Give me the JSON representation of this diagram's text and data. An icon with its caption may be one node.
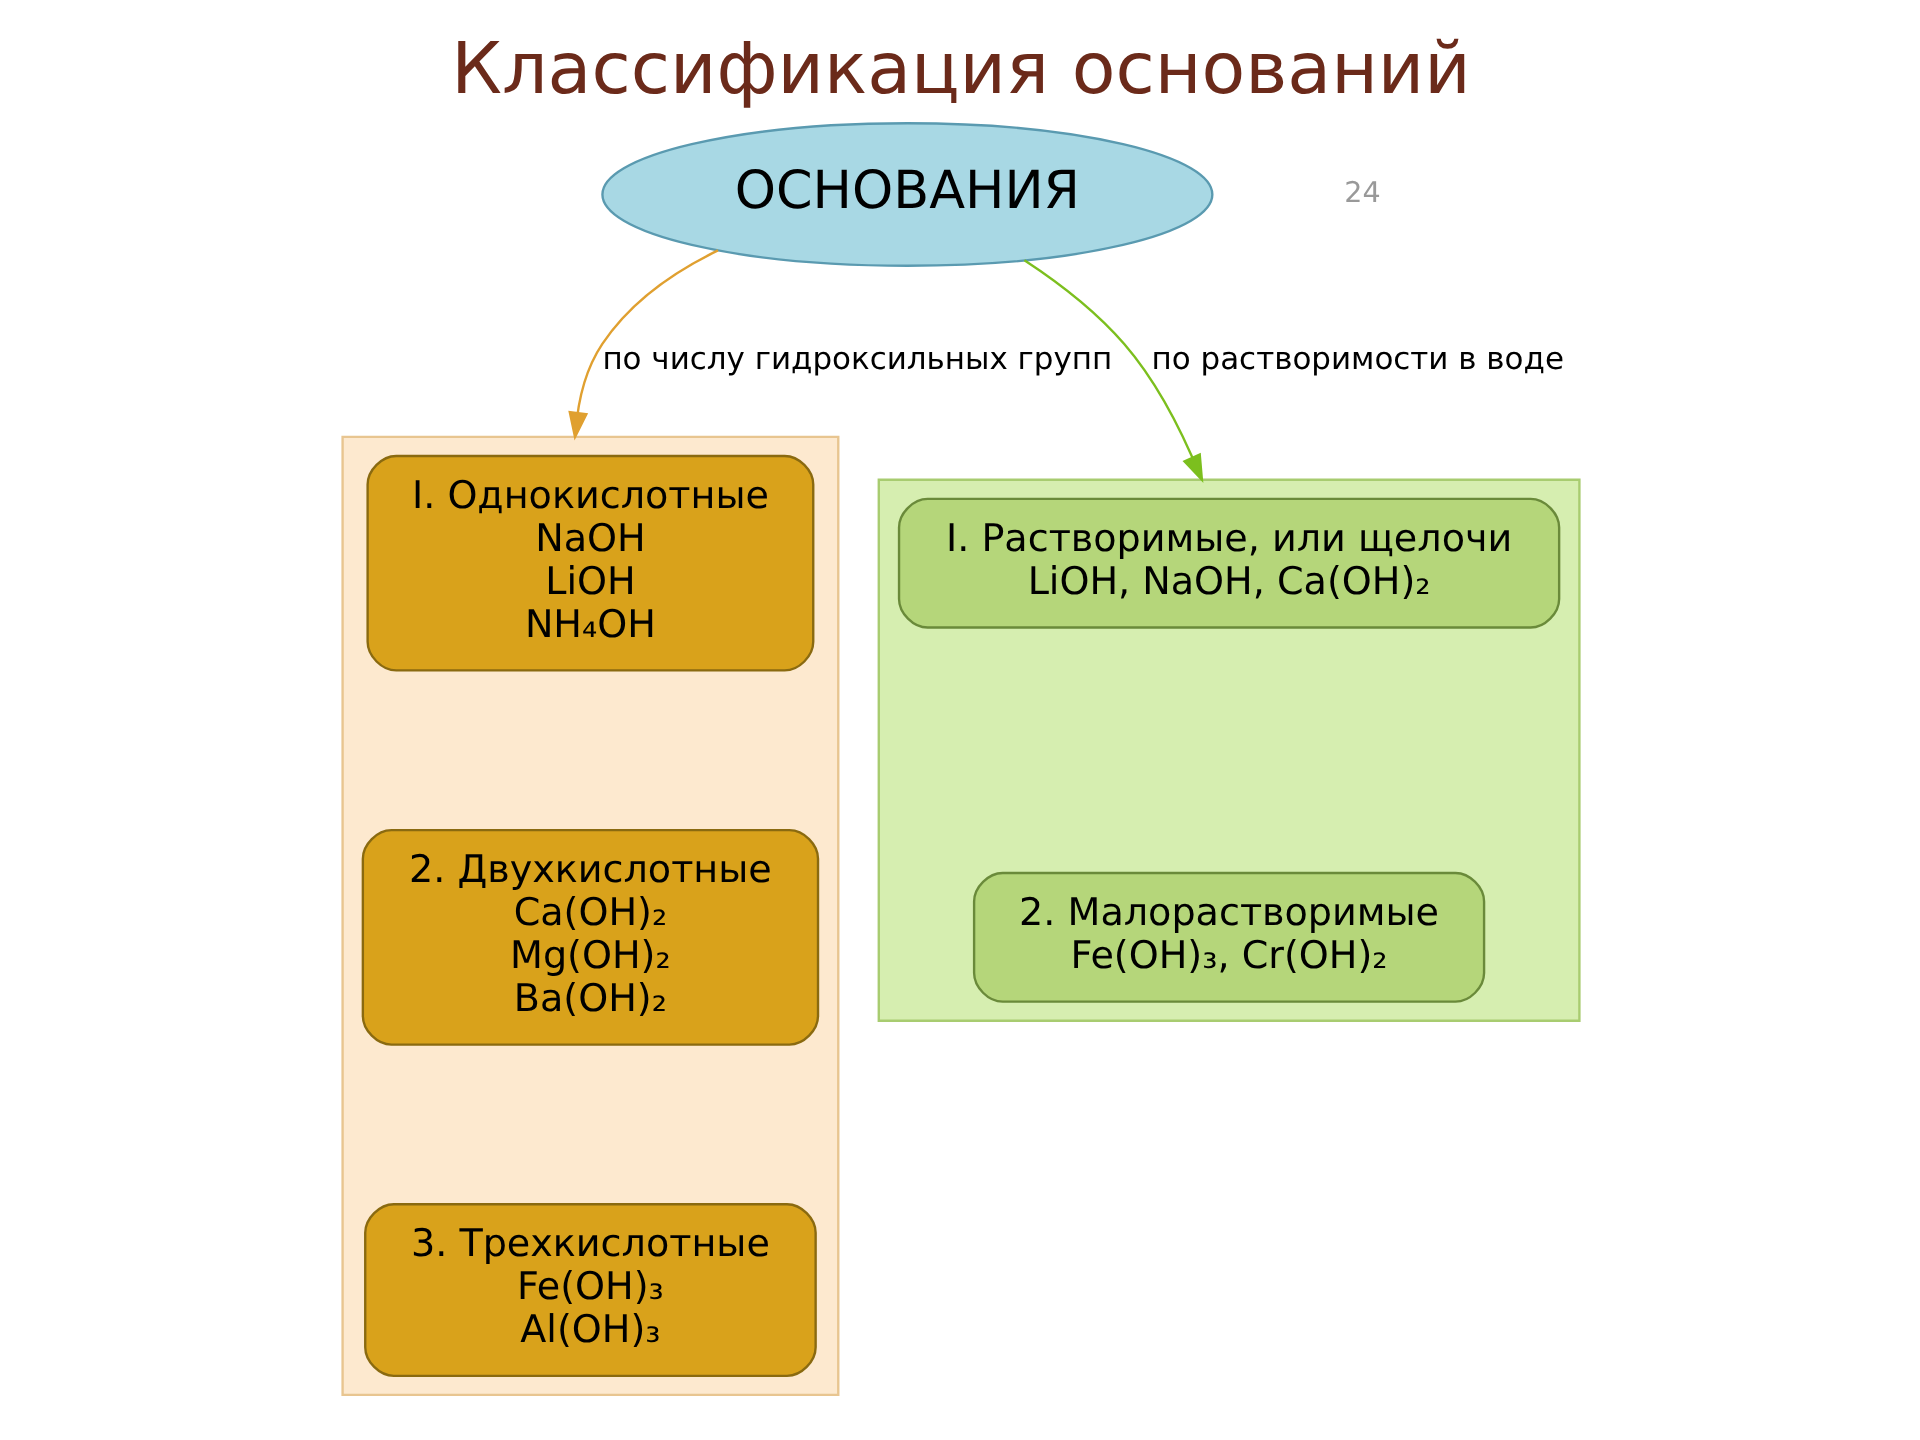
{
  "diagram": {
    "title": "Классификация оснований",
    "nodes": [
      {
        "text": [
          "ОСНОВАНИЯ"
        ]
      },
      {
        "text": [],
        "shape": "box"
      },
      {
        "text": [
          "I. Однокислотные",
          "NaOH",
          "LiOH",
          "NH₄OH"
        ],
        "in": 1
      },
      {
        "text": [
          "2. Двухкислотные",
          "Ca(OH)₂",
          "Mg(OH)₂",
          "Ba(OH)₂"
        ],
        "in": 1
      },
      {
        "text": [
          "3. Трехкислотные",
          "Fe(OH)₃",
          "Al(OH)₃"
        ],
        "in": 1
      },
      {
        "text": [],
        "shape": "box"
      },
      {
        "text": [
          "I. Растворимые, или щелочи",
          "LiOH, NaOH, Ca(OH)₂"
        ],
        "in": 5
      },
      {
        "text": [
          "2. Малорастворимые",
          "Fe(OH)₃, Cr(OH)₂"
        ],
        "in": 5
      }
    ],
    "edges": [
      {
        "from": 0,
        "to": 1,
        "arrow": "to",
        "label": "по числу гидроксильных групп",
        "color": "#e0a030"
      },
      {
        "from": 0,
        "to": 5,
        "arrow": "to",
        "label": "по растворимости в воде",
        "color": "#7cbf1e"
      }
    ],
    "labels": [
      "24"
    ]
  }
}
